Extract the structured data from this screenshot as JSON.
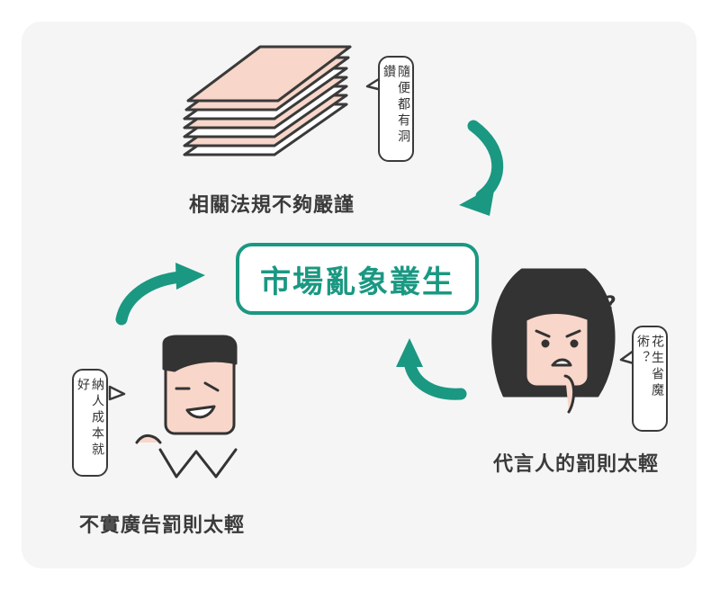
{
  "center": {
    "text": "市場亂象叢生"
  },
  "nodes": {
    "top": {
      "label": "相關法規不夠嚴謹",
      "bubble": "隨便都有洞鑽"
    },
    "right": {
      "label": "代言人的罰則太輕",
      "bubble": "花生省魔術？",
      "question_mark": "?"
    },
    "left": {
      "label": "不實廣告罰則太輕",
      "bubble": "納人成本就好"
    }
  },
  "colors": {
    "accent": "#1a9882",
    "card_bg": "#f5f5f5",
    "paper": "#f8d6c9",
    "text": "#3a3a3a"
  }
}
